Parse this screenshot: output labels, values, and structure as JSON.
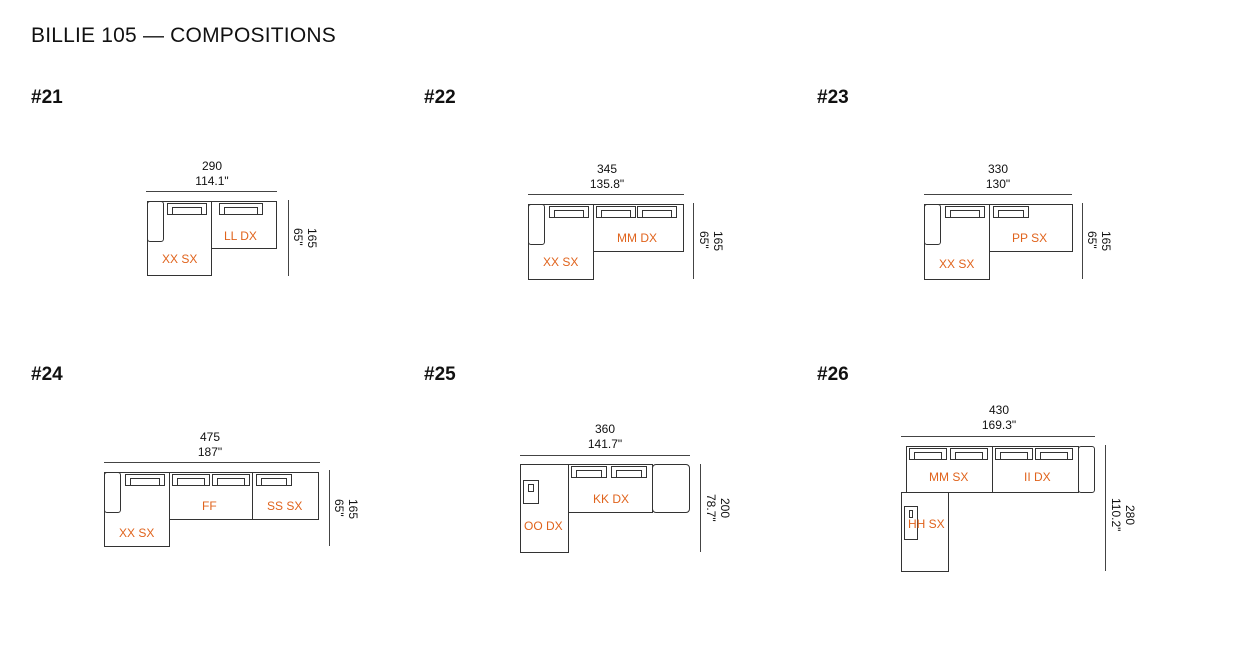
{
  "title": "BILLIE 105 — COMPOSITIONS",
  "label_color": "#e0631c",
  "compositions": [
    {
      "number": "#21",
      "width_cm": "290",
      "width_in": "114.1\"",
      "depth_cm": "165",
      "depth_in": "65\"",
      "modules": [
        "XX SX",
        "LL DX"
      ]
    },
    {
      "number": "#22",
      "width_cm": "345",
      "width_in": "135.8\"",
      "depth_cm": "165",
      "depth_in": "65\"",
      "modules": [
        "XX SX",
        "MM DX"
      ]
    },
    {
      "number": "#23",
      "width_cm": "330",
      "width_in": "130\"",
      "depth_cm": "165",
      "depth_in": "65\"",
      "modules": [
        "XX SX",
        "PP SX"
      ]
    },
    {
      "number": "#24",
      "width_cm": "475",
      "width_in": "187\"",
      "depth_cm": "165",
      "depth_in": "65\"",
      "modules": [
        "XX SX",
        "FF",
        "SS SX"
      ]
    },
    {
      "number": "#25",
      "width_cm": "360",
      "width_in": "141.7\"",
      "depth_cm": "200",
      "depth_in": "78.7\"",
      "modules": [
        "OO DX",
        "KK DX"
      ]
    },
    {
      "number": "#26",
      "width_cm": "430",
      "width_in": "169.3\"",
      "depth_cm": "280",
      "depth_in": "110.2\"",
      "modules": [
        "MM SX",
        "II DX",
        "HH SX"
      ]
    }
  ]
}
